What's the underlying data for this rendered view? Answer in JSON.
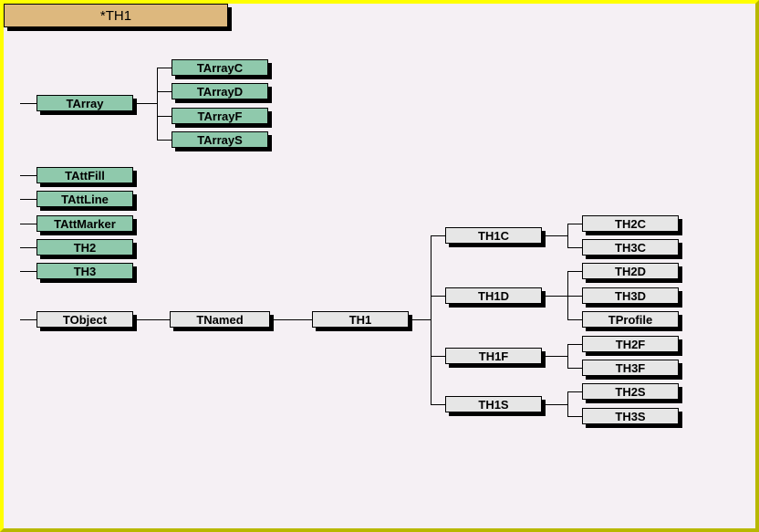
{
  "window": {
    "title": "*TH1"
  },
  "colors": {
    "background": "#f5f0f4",
    "border_light": "#ffff00",
    "border_dark": "#b8b800",
    "title_fill": "#ddb87e",
    "node_green": "#8fc9ac",
    "node_gray": "#e6e6e6",
    "line": "#000000"
  },
  "diagram": {
    "type": "class-inheritance-tree",
    "root": "TH1",
    "base_classes": [
      {
        "id": "tarray",
        "label": "TArray",
        "fill": "green"
      },
      {
        "id": "tattfill",
        "label": "TAttFill",
        "fill": "green"
      },
      {
        "id": "tattline",
        "label": "TAttLine",
        "fill": "green"
      },
      {
        "id": "tattmarker",
        "label": "TAttMarker",
        "fill": "green"
      },
      {
        "id": "th2",
        "label": "TH2",
        "fill": "green"
      },
      {
        "id": "th3",
        "label": "TH3",
        "fill": "green"
      },
      {
        "id": "tobject",
        "label": "TObject",
        "fill": "gray"
      }
    ],
    "tarray_children": [
      {
        "id": "tarrayc",
        "label": "TArrayC",
        "fill": "green"
      },
      {
        "id": "tarrayd",
        "label": "TArrayD",
        "fill": "green"
      },
      {
        "id": "tarrayf",
        "label": "TArrayF",
        "fill": "green"
      },
      {
        "id": "tarrays",
        "label": "TArrayS",
        "fill": "green"
      }
    ],
    "spine": [
      {
        "id": "tobject2",
        "label": "TObject",
        "fill": "gray"
      },
      {
        "id": "tnamed",
        "label": "TNamed",
        "fill": "gray"
      },
      {
        "id": "th1",
        "label": "TH1",
        "fill": "gray"
      }
    ],
    "th1_children": [
      {
        "id": "th1c",
        "label": "TH1C",
        "fill": "gray",
        "children": [
          {
            "id": "th2c",
            "label": "TH2C",
            "fill": "gray"
          },
          {
            "id": "th3c",
            "label": "TH3C",
            "fill": "gray"
          }
        ]
      },
      {
        "id": "th1d",
        "label": "TH1D",
        "fill": "gray",
        "children": [
          {
            "id": "th2d",
            "label": "TH2D",
            "fill": "gray"
          },
          {
            "id": "th3d",
            "label": "TH3D",
            "fill": "gray"
          },
          {
            "id": "tprofile",
            "label": "TProfile",
            "fill": "gray"
          }
        ]
      },
      {
        "id": "th1f",
        "label": "TH1F",
        "fill": "gray",
        "children": [
          {
            "id": "th2f",
            "label": "TH2F",
            "fill": "gray"
          },
          {
            "id": "th3f",
            "label": "TH3F",
            "fill": "gray"
          }
        ]
      },
      {
        "id": "th1s",
        "label": "TH1S",
        "fill": "gray",
        "children": [
          {
            "id": "th2s",
            "label": "TH2S",
            "fill": "gray"
          },
          {
            "id": "th3s",
            "label": "TH3S",
            "fill": "gray"
          }
        ]
      }
    ]
  },
  "nodes": {
    "tarray": "TArray",
    "tarrayc": "TArrayC",
    "tarrayd": "TArrayD",
    "tarrayf": "TArrayF",
    "tarrays": "TArrayS",
    "tattfill": "TAttFill",
    "tattline": "TAttLine",
    "tattmarker": "TAttMarker",
    "th2": "TH2",
    "th3": "TH3",
    "tobject": "TObject",
    "tnamed": "TNamed",
    "th1": "TH1",
    "th1c": "TH1C",
    "th1d": "TH1D",
    "th1f": "TH1F",
    "th1s": "TH1S",
    "th2c": "TH2C",
    "th3c": "TH3C",
    "th2d": "TH2D",
    "th3d": "TH3D",
    "tprofile": "TProfile",
    "th2f": "TH2F",
    "th3f": "TH3F",
    "th2s": "TH2S",
    "th3s": "TH3S"
  }
}
